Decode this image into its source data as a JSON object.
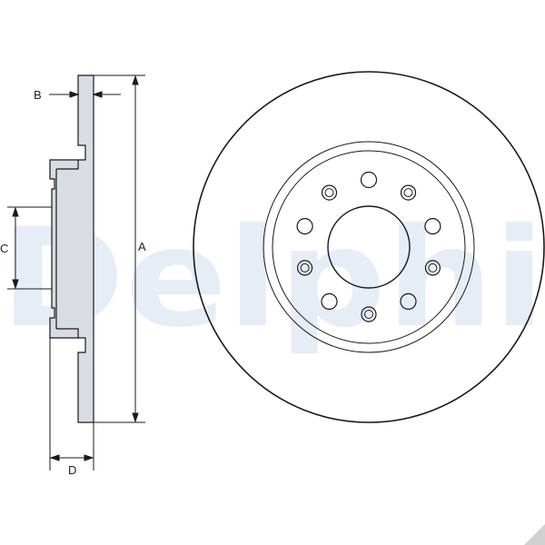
{
  "watermark": {
    "text": "Delphi",
    "color": "#dfe7f3"
  },
  "dimensions": {
    "a": "A",
    "b": "B",
    "c": "C",
    "d": "D"
  },
  "colors": {
    "line": "#1a1a1a",
    "section_fill": "#d9dde3",
    "face_fill": "#ffffff"
  },
  "bolt_pattern": {
    "stud_holes": 5,
    "threaded_holes": 5
  }
}
